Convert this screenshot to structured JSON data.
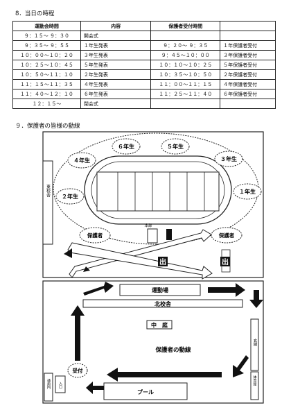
{
  "section8": {
    "title": "8．当日の時程",
    "headers": [
      "運動会時間",
      "内容",
      "保護者受付時間",
      ""
    ],
    "rows": [
      [
        "９：１５～ ９：３０",
        "開会式",
        "",
        ""
      ],
      [
        "９：３５～ ９：５５",
        "１年生発表",
        "９：２０～ ９：３５",
        "１年保護者受付"
      ],
      [
        "１０：００～１０：２０",
        "３年生発表",
        "９：４５～１０：００",
        "３年保護者受付"
      ],
      [
        "１０：２５～１０：４５",
        "５年生発表",
        "１０：１０～１０：２５",
        "５年保護者受付"
      ],
      [
        "１０：５０～１１：１０",
        "２年生発表",
        "１０：３５～１０：５０",
        "２年保護者受付"
      ],
      [
        "１１：１５～１１：３５",
        "４年生発表",
        "１１：００～１１：１５",
        "４年保護者受付"
      ],
      [
        "１１：４０～１２：１０",
        "６年生発表",
        "１１：２５～１１：４０",
        "６年保護者受付"
      ],
      [
        "１２：１５～",
        "閉会式",
        "",
        ""
      ]
    ]
  },
  "section9": {
    "title": "９．保護者の皆様の動線"
  },
  "field_map": {
    "grades": [
      "１年生",
      "２年生",
      "３年生",
      "４年生",
      "５年生",
      "６年生"
    ],
    "parents": "保護者",
    "honbu": "本部",
    "east_gate": "東校舎",
    "exit": "出"
  },
  "school_map": {
    "undoujou": "運動場",
    "north_building": "北校舎",
    "courtyard": "中　庭",
    "route": "保護者の動線",
    "reception": "受付",
    "pool": "プール",
    "gate_left": "通用門",
    "gate_small": "入口",
    "right_a": "玄関",
    "right_b": "体育館"
  }
}
